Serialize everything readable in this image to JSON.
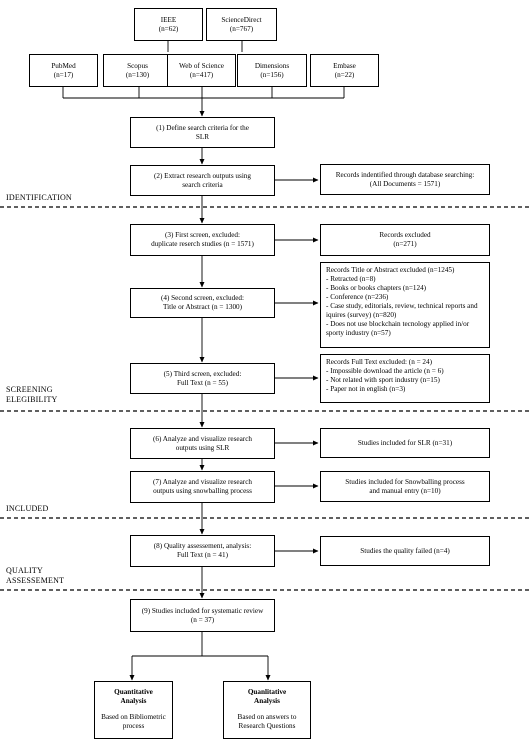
{
  "sources": {
    "ieee": {
      "name": "IEEE",
      "count": "(n=62)"
    },
    "sciencedirect": {
      "name": "ScienceDirect",
      "count": "(n=767)"
    },
    "pubmed": {
      "name": "PubMed",
      "count": "(n=17)"
    },
    "scopus": {
      "name": "Scopus",
      "count": "(n=130)"
    },
    "wos": {
      "name": "Web of Science",
      "count": "(n=417)"
    },
    "dimensions": {
      "name": "Dimensions",
      "count": "(n=156)"
    },
    "embase": {
      "name": "Embase",
      "count": "(n=22)"
    }
  },
  "steps": {
    "s1": [
      "(1) Define search criteria for the",
      "SLR"
    ],
    "s2": [
      "(2) Extract research outputs using",
      "search criteria"
    ],
    "s3": [
      "(3) First screen, excluded:",
      "duplicate reserch studies (n = 1571)"
    ],
    "s4": [
      "(4) Second screen, excluded:",
      "Title or Abstract (n = 1300)"
    ],
    "s5": [
      "(5) Third screen, excluded:",
      "Full Text (n = 55)"
    ],
    "s6": [
      "(6) Analyze and visualize research",
      "outputs using SLR"
    ],
    "s7": [
      "(7) Analyze and visualize research",
      "outputs using snowballing process"
    ],
    "s8": [
      "(8) Quality assessement, analysis:",
      "Full Text (n = 41)"
    ],
    "s9": [
      "(9) Studies included for systematic review",
      "(n = 37)"
    ]
  },
  "side": {
    "records_identified": [
      "Records indentified through database searching:",
      "(All Documents = 1571)"
    ],
    "records_excluded": [
      "Records excluded",
      "(n=271)"
    ],
    "title_abstract": [
      "Records Title or Abstract excluded (n=1245)",
      "- Retracted (n=8)",
      "- Books or books chapters (n=124)",
      "- Conference (n=236)",
      "- Case study, editorials, review, technical reports and iquires (survey) (n=820)",
      "- Does not use blockchain tecnology applied in/or sporty industry (n=57)"
    ],
    "full_text": [
      "Records Full Text excluded: (n = 24)",
      "- Impossible download the article (n = 6)",
      "- Not related with sport industry (n=15)",
      "- Paper not in english (n=3)"
    ],
    "slr_included": "Studies included for SLR (n=31)",
    "snowballing": [
      "Studies included for Snowballing process",
      "and manual entry (n=10)"
    ],
    "quality_failed": "Studies the  quality failed (n=4)"
  },
  "phases": {
    "identification": "IDENTIFICATION",
    "screening": [
      "SCREENING",
      "ELEGIBILITY"
    ],
    "included": "INCLUDED",
    "quality": [
      "QUALITY",
      "ASSESSEMENT"
    ]
  },
  "outputs": {
    "quantitative": {
      "title": [
        "Quantitative",
        "Analysis"
      ],
      "desc": [
        "Based on Bibliometric",
        "process"
      ]
    },
    "qualitative": {
      "title": [
        "Quanlitative",
        "Analysis"
      ],
      "desc": [
        "Based on answers to",
        "Research Questions"
      ]
    }
  }
}
